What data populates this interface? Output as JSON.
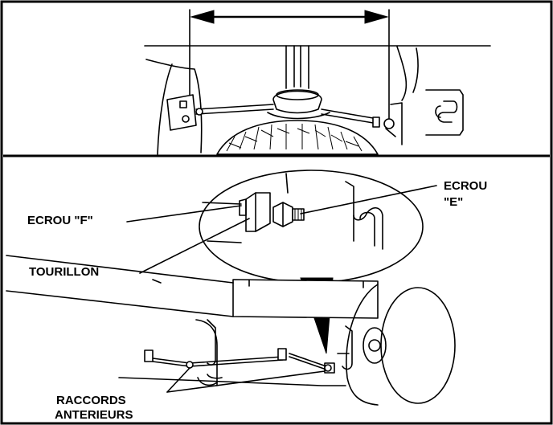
{
  "labels": {
    "nut_f": "ECROU \"F\"",
    "nut_e_line1": "ECROU",
    "nut_e_line2": "\"E\"",
    "trunnion": "TOURILLON",
    "fittings_line1": "RACCORDS",
    "fittings_line2": "ANTERIEURS"
  }
}
